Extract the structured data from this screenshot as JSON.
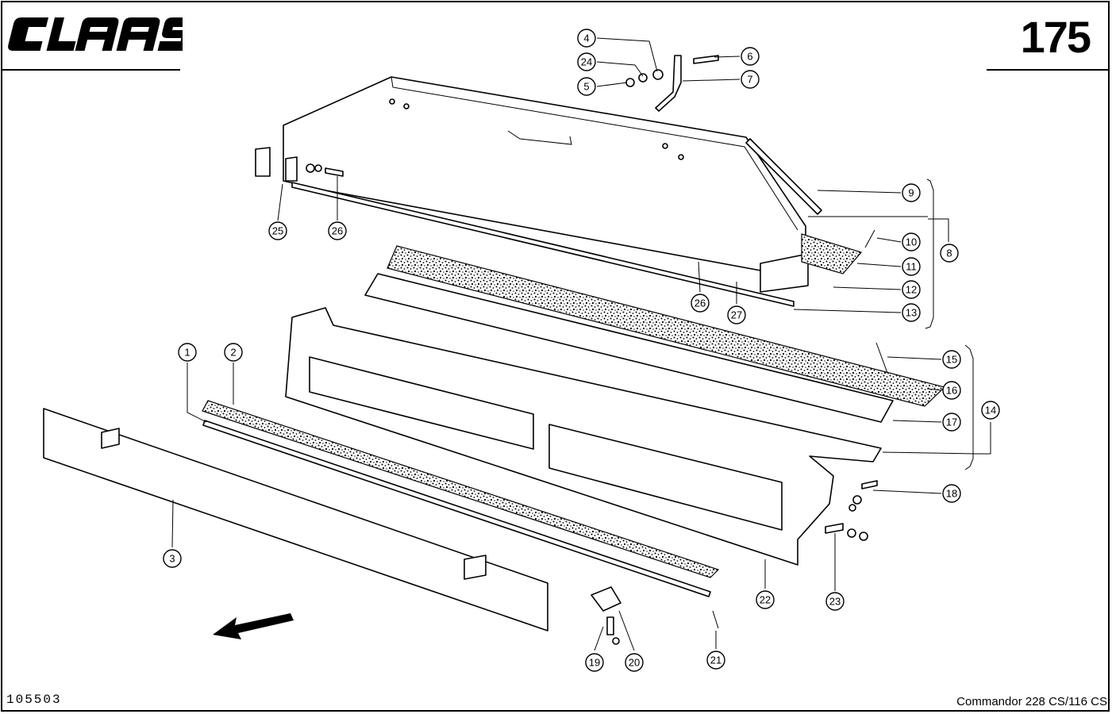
{
  "header": {
    "brand": "CLAAS",
    "sheet_number": "175"
  },
  "footer": {
    "document_number": "105503",
    "model": "Commandor 228 CS/116 CS"
  },
  "callouts": [
    {
      "label": "1"
    },
    {
      "label": "2"
    },
    {
      "label": "3"
    },
    {
      "label": "4"
    },
    {
      "label": "5"
    },
    {
      "label": "6"
    },
    {
      "label": "7"
    },
    {
      "label": "8"
    },
    {
      "label": "9"
    },
    {
      "label": "10"
    },
    {
      "label": "11"
    },
    {
      "label": "12"
    },
    {
      "label": "13"
    },
    {
      "label": "14"
    },
    {
      "label": "15"
    },
    {
      "label": "16"
    },
    {
      "label": "17"
    },
    {
      "label": "18"
    },
    {
      "label": "19"
    },
    {
      "label": "20"
    },
    {
      "label": "21"
    },
    {
      "label": "22"
    },
    {
      "label": "23"
    },
    {
      "label": "24"
    },
    {
      "label": "25"
    },
    {
      "label": "26"
    },
    {
      "label": "26"
    },
    {
      "label": "27"
    }
  ],
  "icons": {
    "brand_logo": "claas-logo",
    "direction": "travel-direction-arrow-icon"
  }
}
